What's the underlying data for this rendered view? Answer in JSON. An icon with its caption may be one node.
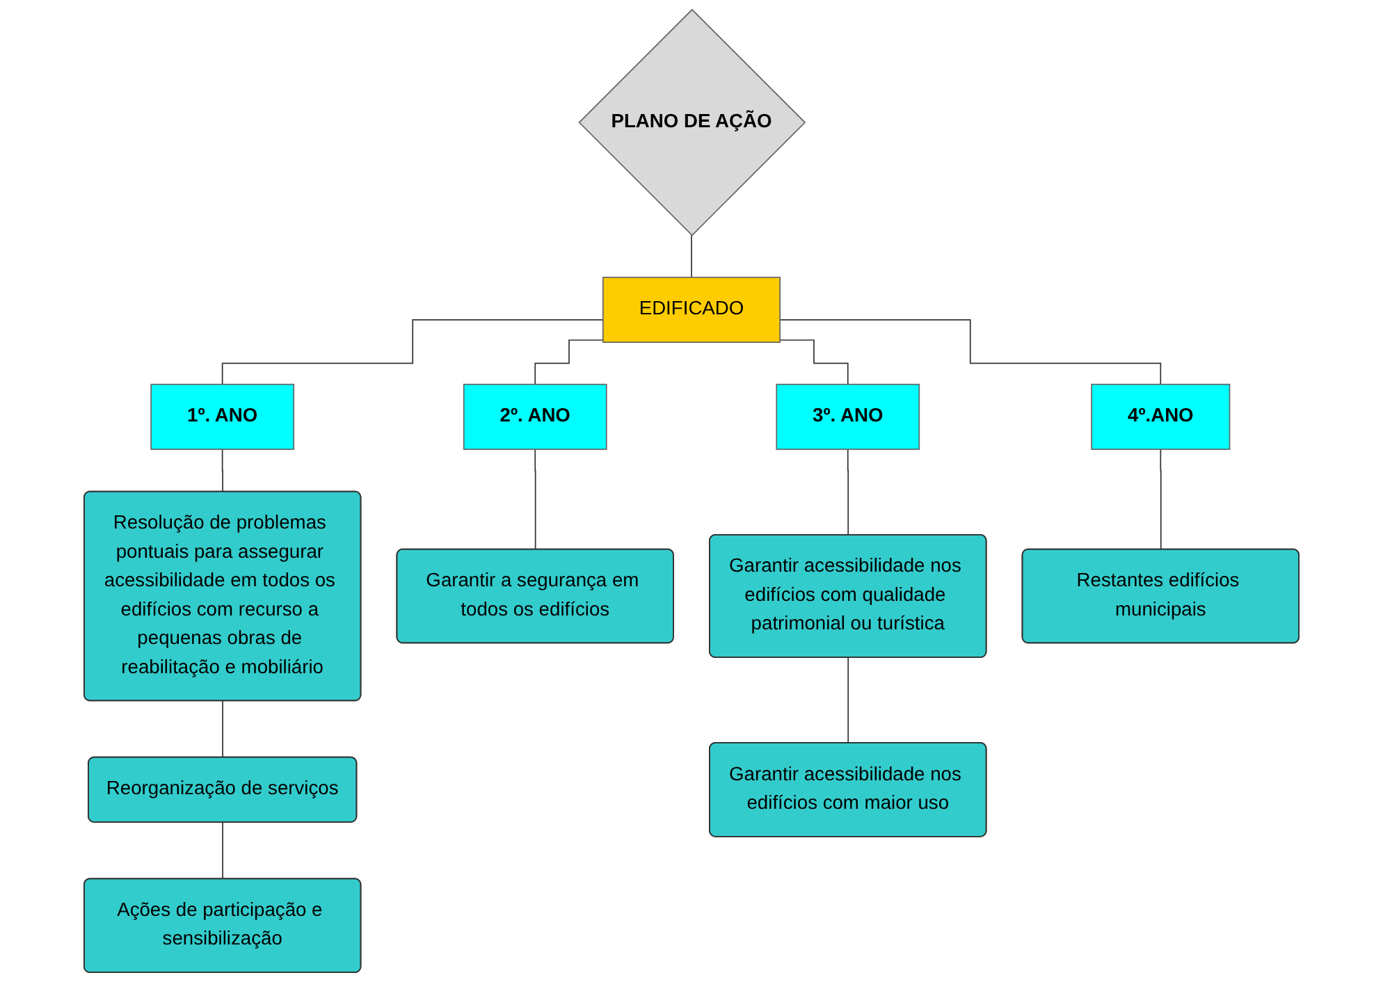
{
  "diagram": {
    "nodes": [
      {
        "text": [
          "PLANO DE AÇÃO"
        ]
      },
      {
        "text": [
          "EDIFICADO"
        ]
      },
      {
        "text": [
          "1º. ANO"
        ]
      },
      {
        "text": [
          "2º. ANO"
        ]
      },
      {
        "text": [
          "3º. ANO"
        ]
      },
      {
        "text": [
          "4º.ANO"
        ]
      },
      {
        "text": [
          "Resolução de problemas pontuais para assegurar acessibilidade em todos os edifícios com recurso a pequenas obras de reabilitação e mobiliário"
        ]
      },
      {
        "text": [
          "Garantir a segurança em todos os edifícios"
        ]
      },
      {
        "text": [
          "Garantir acessibilidade nos edifícios com qualidade patrimonial ou turística"
        ]
      },
      {
        "text": [
          "Restantes edifícios municipais"
        ]
      },
      {
        "text": [
          "Reorganização de serviços"
        ]
      },
      {
        "text": [
          "Ações de participação e sensibilização"
        ]
      },
      {
        "text": [
          "Garantir acessibilidade nos edifícios com maior uso"
        ]
      }
    ],
    "edges": [
      {
        "from": 0,
        "to": 1,
        "arrow": "none"
      },
      {
        "from": 1,
        "to": 2,
        "arrow": "none"
      },
      {
        "from": 1,
        "to": 3,
        "arrow": "none"
      },
      {
        "from": 1,
        "to": 4,
        "arrow": "none"
      },
      {
        "from": 1,
        "to": 5,
        "arrow": "none"
      },
      {
        "from": 2,
        "to": 6,
        "arrow": "none"
      },
      {
        "from": 3,
        "to": 7,
        "arrow": "none"
      },
      {
        "from": 4,
        "to": 8,
        "arrow": "none"
      },
      {
        "from": 5,
        "to": 9,
        "arrow": "none"
      },
      {
        "from": 6,
        "to": 10,
        "arrow": "none"
      },
      {
        "from": 10,
        "to": 11,
        "arrow": "none"
      },
      {
        "from": 8,
        "to": 12,
        "arrow": "none"
      }
    ]
  }
}
